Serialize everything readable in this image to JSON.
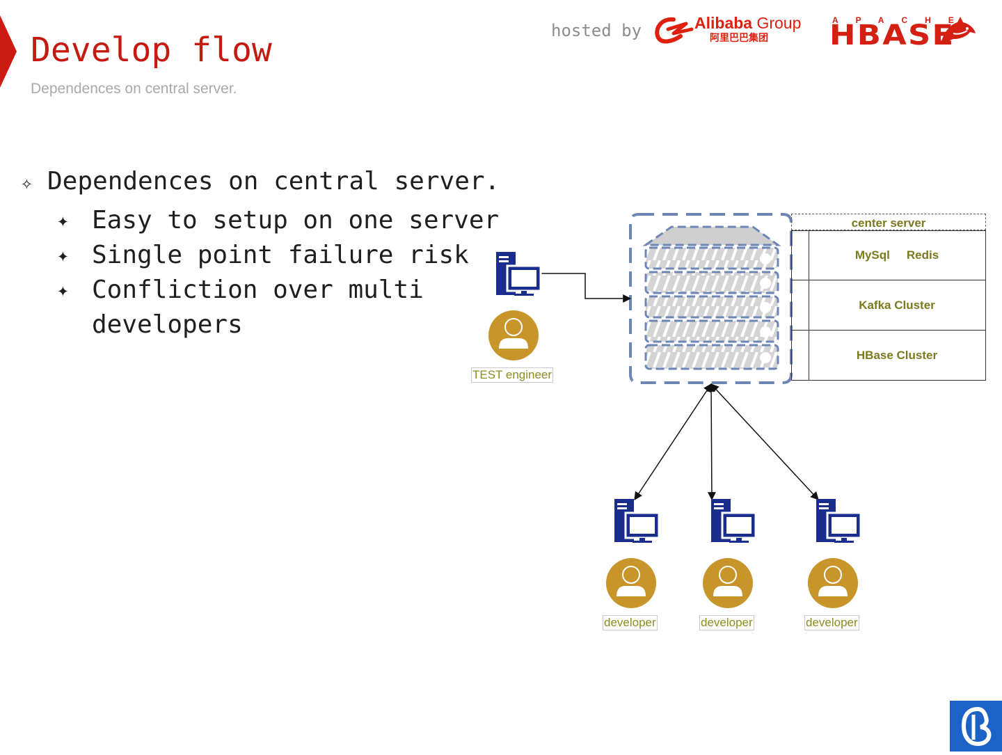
{
  "slide": {
    "title": "Develop flow",
    "subtitle": "Dependences on central server.",
    "hosted_by": "hosted by"
  },
  "logos": {
    "alibaba_name": "Alibaba",
    "alibaba_group": " Group",
    "alibaba_cn": "阿里巴巴集团",
    "apache": "APACHE",
    "hbase": "HBASE"
  },
  "bullets": {
    "main": "Dependences on central server.",
    "sub": [
      "Easy to setup on one server",
      "Single point failure risk",
      "Confliction over multi developers"
    ]
  },
  "diagram": {
    "server_header": "center  server",
    "server_components": [
      [
        "MySql",
        "Redis"
      ],
      [
        "Kafka Cluster"
      ],
      [
        "HBase Cluster"
      ]
    ],
    "test_engineer_label": "TEST engineer",
    "developer_labels": [
      "developer",
      "developer",
      "developer"
    ]
  },
  "colors": {
    "accent_red": "#c41a10",
    "computer_blue": "#1a2d8c",
    "user_gold": "#c8952a",
    "server_dash": "#6d86b5"
  }
}
